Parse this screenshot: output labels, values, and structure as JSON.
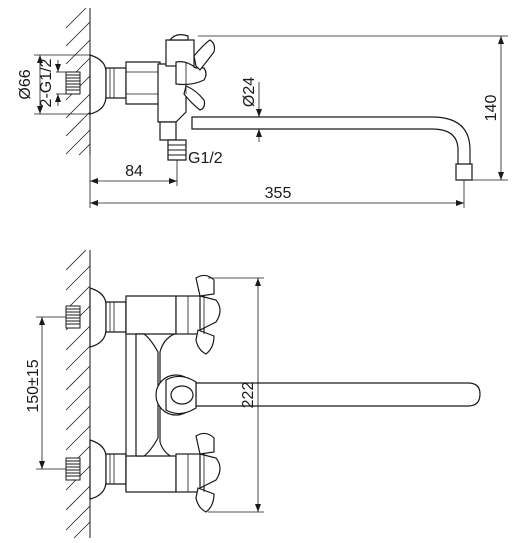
{
  "side_view": {
    "wall_diameter": "Ø66",
    "inlet_thread": "2-G1/2",
    "spout_diameter": "Ø24",
    "outlet_thread": "G1/2",
    "wall_to_outlet": "84",
    "spout_height": "140",
    "spout_reach": "355"
  },
  "front_view": {
    "inlet_spacing": "150±15",
    "overall_height": "222"
  }
}
